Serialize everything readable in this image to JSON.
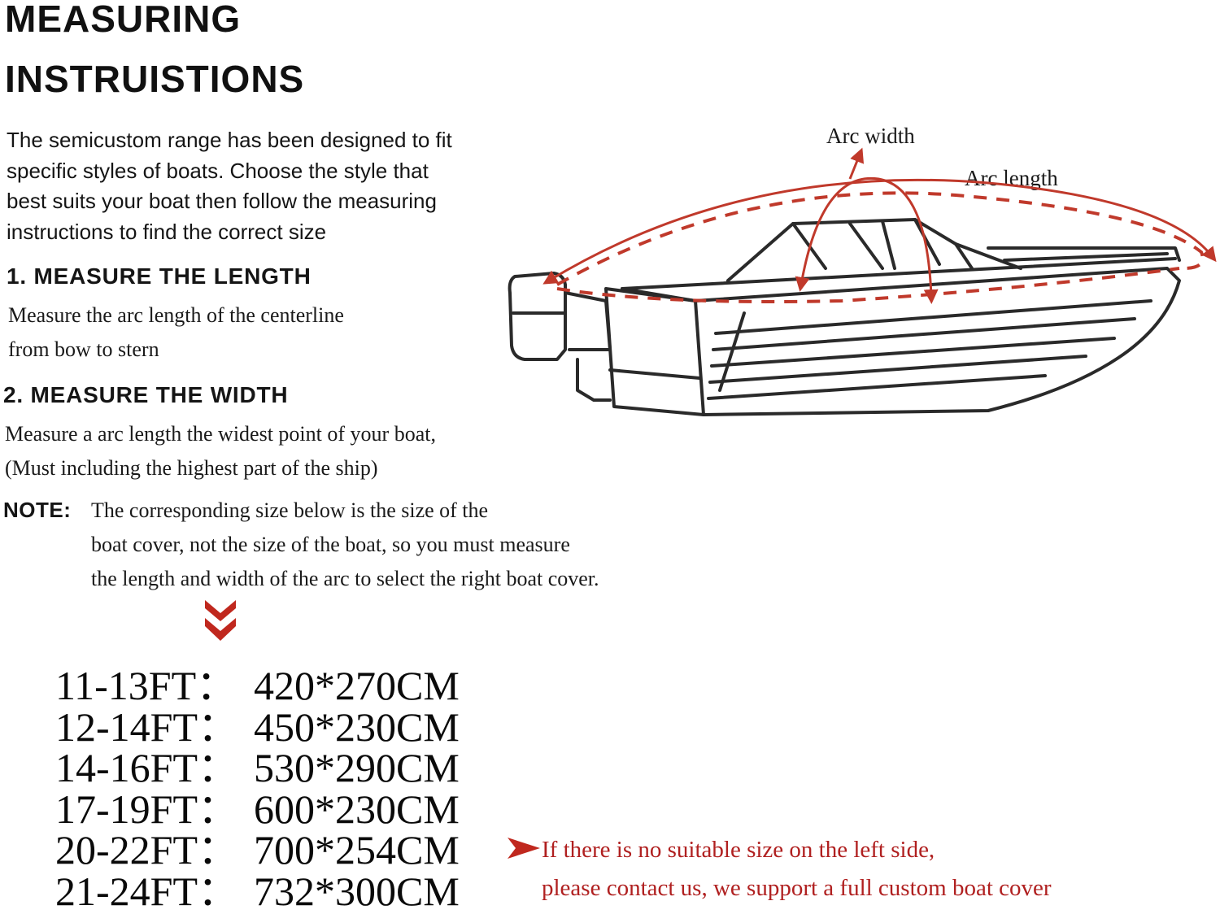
{
  "title": {
    "line1": "MEASURING",
    "line2": "INSTRUISTIONS"
  },
  "intro": {
    "lines": [
      "The semicustom range has been designed to fit",
      "specific styles of boats. Choose the style that",
      "best suits your boat then follow the measuring",
      "instructions to find the correct size"
    ]
  },
  "step1": {
    "heading": "1. MEASURE THE LENGTH",
    "lines": [
      "Measure the arc length of the centerline",
      "from bow to stern"
    ]
  },
  "step2": {
    "heading": "2. MEASURE THE WIDTH",
    "lines": [
      "Measure a arc length the widest point of your boat,",
      "(Must including the highest part of the ship)"
    ]
  },
  "note": {
    "label": "NOTE:",
    "lines": [
      "The corresponding size below is the size of the",
      "boat cover, not the size of the boat, so you must measure",
      "the length and width of the arc to select the right boat cover."
    ]
  },
  "diagram": {
    "arc_width_label": "Arc width",
    "arc_length_label": "Arc length",
    "boat_icon": "boat-outline",
    "accent_color": "#c0392b"
  },
  "down_arrow_icon": "double-chevron-down",
  "sizes": [
    {
      "ft": "11-13FT：",
      "cm": "420*270CM"
    },
    {
      "ft": "12-14FT：",
      "cm": "450*230CM"
    },
    {
      "ft": "14-16FT：",
      "cm": "530*290CM"
    },
    {
      "ft": "17-19FT：",
      "cm": "600*230CM"
    },
    {
      "ft": "20-22FT：",
      "cm": "700*254CM"
    },
    {
      "ft": "21-24FT：",
      "cm": "732*300CM"
    }
  ],
  "contact": {
    "lines": [
      "If there is no suitable size on the left side,",
      "please contact us, we support a full custom boat cover"
    ],
    "pointer_icon": "arrow-right",
    "color": "#b02020"
  }
}
